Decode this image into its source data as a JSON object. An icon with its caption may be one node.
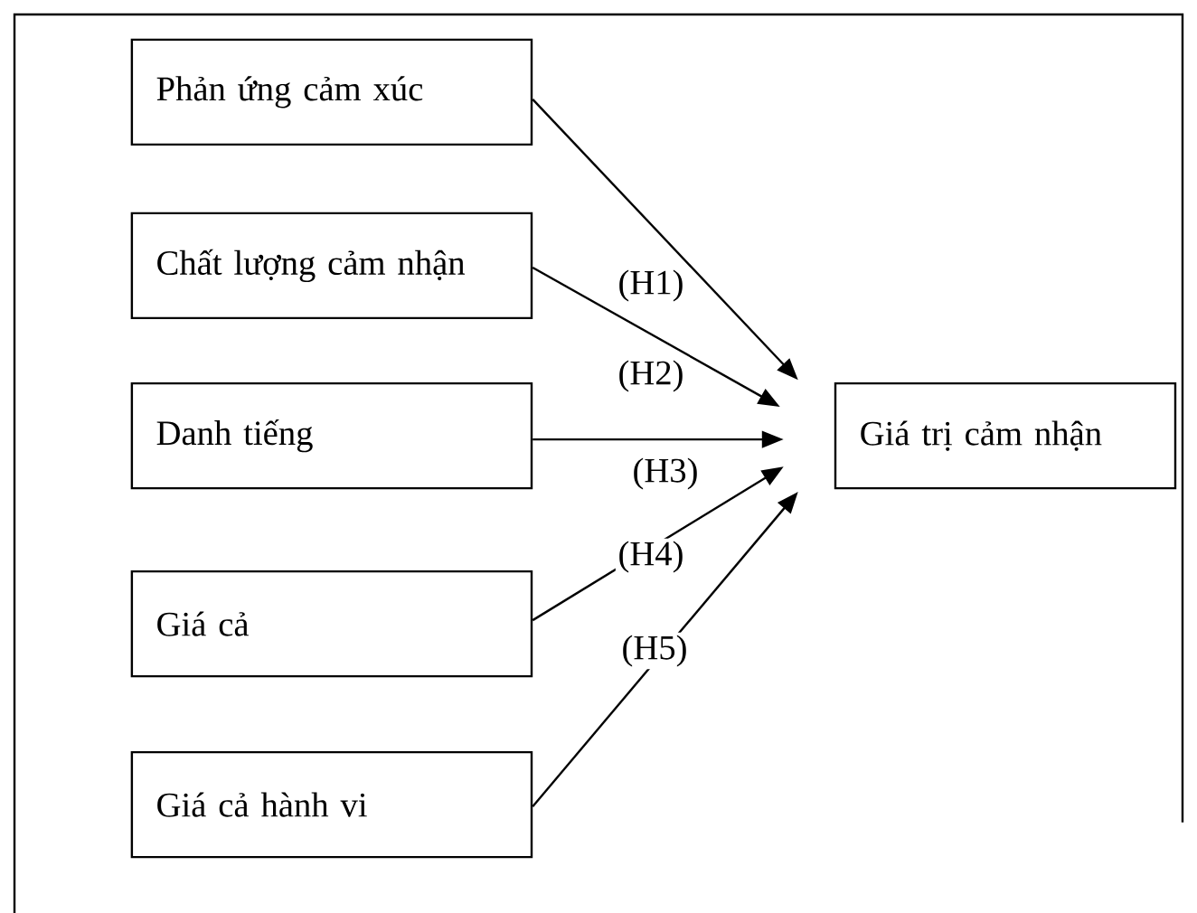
{
  "diagram": {
    "nodes": [
      {
        "text": [
          "Phản ứng cảm xúc"
        ]
      },
      {
        "text": [
          "Chất lượng cảm nhận"
        ]
      },
      {
        "text": [
          "Danh tiếng"
        ]
      },
      {
        "text": [
          "Giá cả"
        ]
      },
      {
        "text": [
          "Giá cả hành vi"
        ]
      },
      {
        "text": [
          "Giá trị cảm nhận"
        ]
      }
    ],
    "edges": [
      {
        "from": 0,
        "to": 5,
        "arrow": "to",
        "label": "(H1)"
      },
      {
        "from": 1,
        "to": 5,
        "arrow": "to",
        "label": "(H2)"
      },
      {
        "from": 2,
        "to": 5,
        "arrow": "to",
        "label": "(H3)"
      },
      {
        "from": 3,
        "to": 5,
        "arrow": "to",
        "label": "(H4)"
      },
      {
        "from": 4,
        "to": 5,
        "arrow": "to",
        "label": "(H5)"
      }
    ]
  }
}
